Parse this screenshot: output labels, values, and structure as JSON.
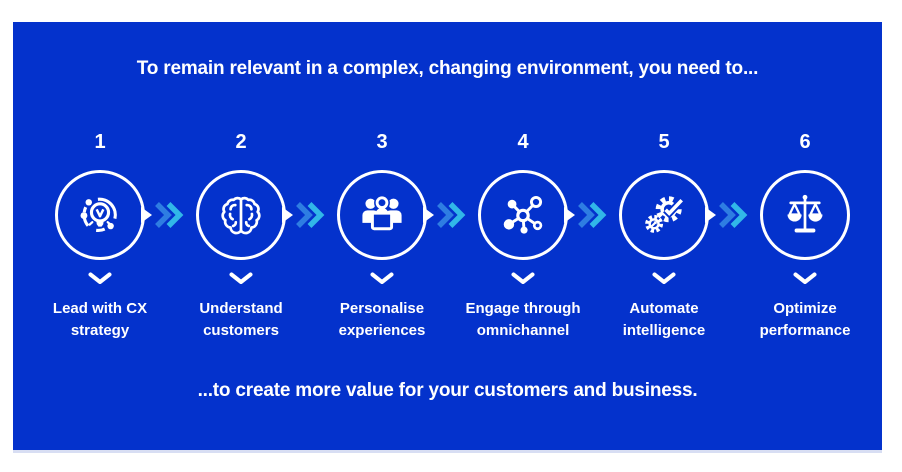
{
  "colors": {
    "bg": "#0432cc",
    "arrow-blue": "#2e7de2",
    "arrow-cyan": "#31b7e8",
    "text": "#ffffff"
  },
  "header": {
    "title": "To remain relevant in a complex, changing environment, you need to..."
  },
  "footer": {
    "text": "...to create more value for your customers and business."
  },
  "steps": [
    {
      "number": "1",
      "label": "Lead with CX strategy",
      "icon": "cx-strategy-lightbulb-icon"
    },
    {
      "number": "2",
      "label": "Understand customers",
      "icon": "brain-icon"
    },
    {
      "number": "3",
      "label": "Personalise experiences",
      "icon": "people-group-icon"
    },
    {
      "number": "4",
      "label": "Engage through omnichannel",
      "icon": "network-nodes-icon"
    },
    {
      "number": "5",
      "label": "Automate intelligence",
      "icon": "gears-check-icon"
    },
    {
      "number": "6",
      "label": "Optimize performance",
      "icon": "balance-scale-icon"
    }
  ]
}
